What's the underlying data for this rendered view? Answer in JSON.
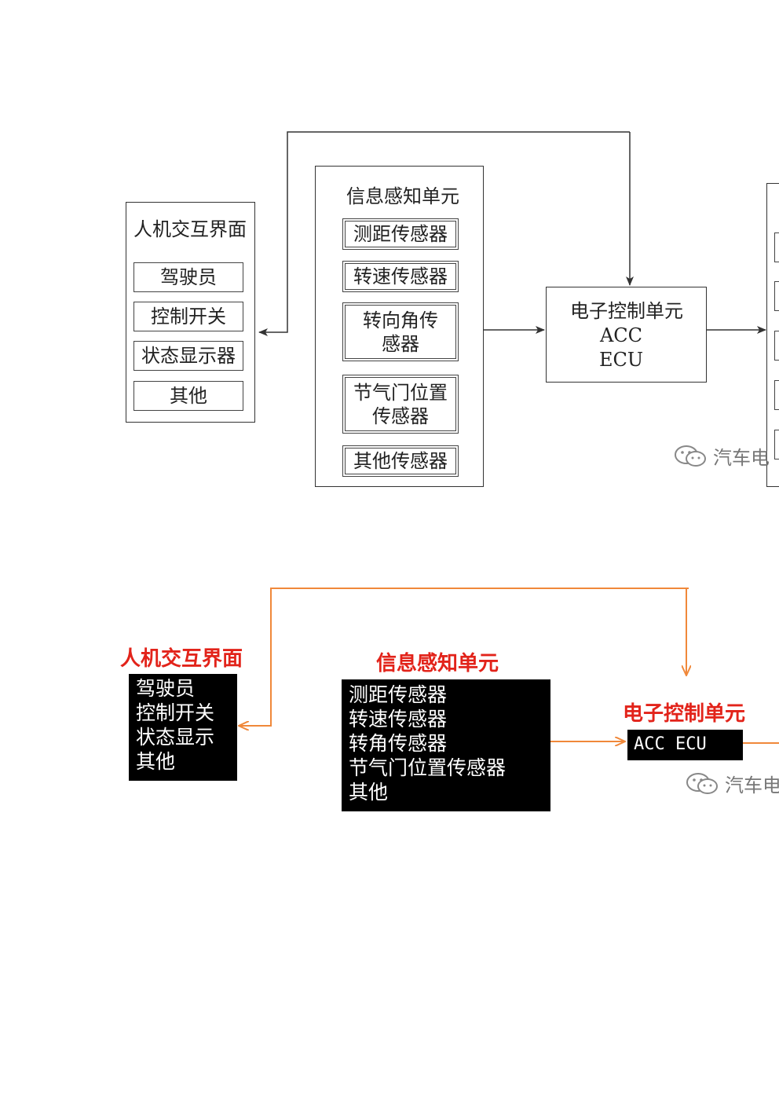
{
  "top": {
    "hmi": {
      "title": "人机交互界面",
      "items": [
        "驾驶员",
        "控制开关",
        "状态显示器",
        "其他"
      ]
    },
    "sensing": {
      "title": "信息感知单元",
      "items": [
        "测距传感器",
        "转速传感器",
        "转向角传\n感器",
        "节气门位置\n传感器",
        "其他传感器"
      ]
    },
    "ecu": {
      "title": "电子控制单元",
      "line1": "ACC",
      "line2": "ECU"
    },
    "watermark": "汽车电"
  },
  "bottom": {
    "hmi": {
      "title": "人机交互界面",
      "items": [
        "驾驶员",
        "控制开关",
        "状态显示",
        "其他"
      ]
    },
    "sensing": {
      "title": "信息感知单元",
      "items": [
        "测距传感器",
        "转速传感器",
        "转角传感器",
        "节气门位置传感器",
        "其他"
      ]
    },
    "ecu": {
      "title": "电子控制单元",
      "label": "ACC ECU"
    },
    "watermark": "汽车电"
  },
  "colors": {
    "top_line": "#333333",
    "bottom_line": "#f0883a",
    "title_red": "#e2231a"
  }
}
